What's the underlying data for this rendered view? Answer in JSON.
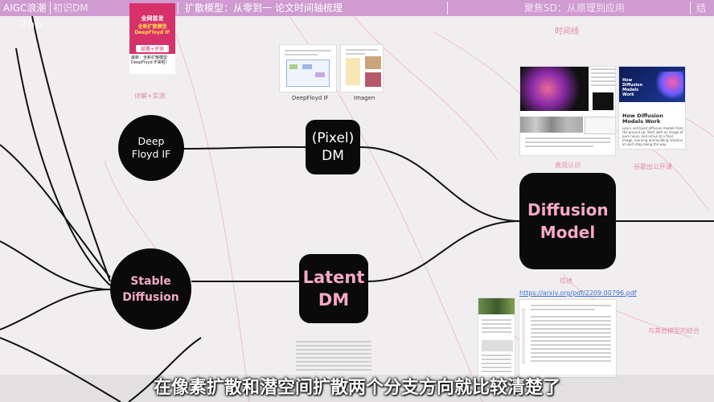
{
  "topbar": {
    "segments": [
      "AIGC浪潮",
      "初识DM",
      "扩散模型：从零到一",
      "论文时间轴梳理",
      "聚焦SD：从原理到应用",
      "结"
    ]
  },
  "watermark": "Zho",
  "nodes": {
    "deep_floyd": "Deep Floyd IF",
    "pixel_dm": "(Pixel) DM",
    "diffusion_model": "Diffusion Model",
    "stable_diffusion": "Stable Diffusion",
    "latent_dm": "Latent DM"
  },
  "annotations": {
    "explain": "详解+实测",
    "timeline": "时间线",
    "intuitive": "直观认识",
    "google": "谷歌出公开课",
    "overview": "综述",
    "combine": "与其他模型的结合"
  },
  "thumb_labels": {
    "deepfloyd": "DeepFloyd IF",
    "imagen": "Imagen",
    "course_title": "How Diffusion Models Work",
    "course_heading": "How Diffusion Models Work",
    "course_desc": "Learn and build diffusion models from the ground up. Start with an image of pure noise, and arrive at a final image, learning and building intuition at each step along the way.",
    "promo_top": "全网首发",
    "promo_mid": "全新扩散模型 DeepFloyd IF",
    "promo_tag": "部署+评测",
    "promo_bottom": "最新：全新扩散模型DeepFloyd IF来啦！"
  },
  "link": "https://arxiv.org/pdf/2209.00796.pdf",
  "subtitle": "在像素扩散和潜空间扩散两个分支方向就比较清楚了",
  "colors": {
    "topbar": "#cf9bd0",
    "node_bg": "#0a0a0a",
    "node_pink": "#f6a8c8",
    "annot": "#e38aa3"
  }
}
